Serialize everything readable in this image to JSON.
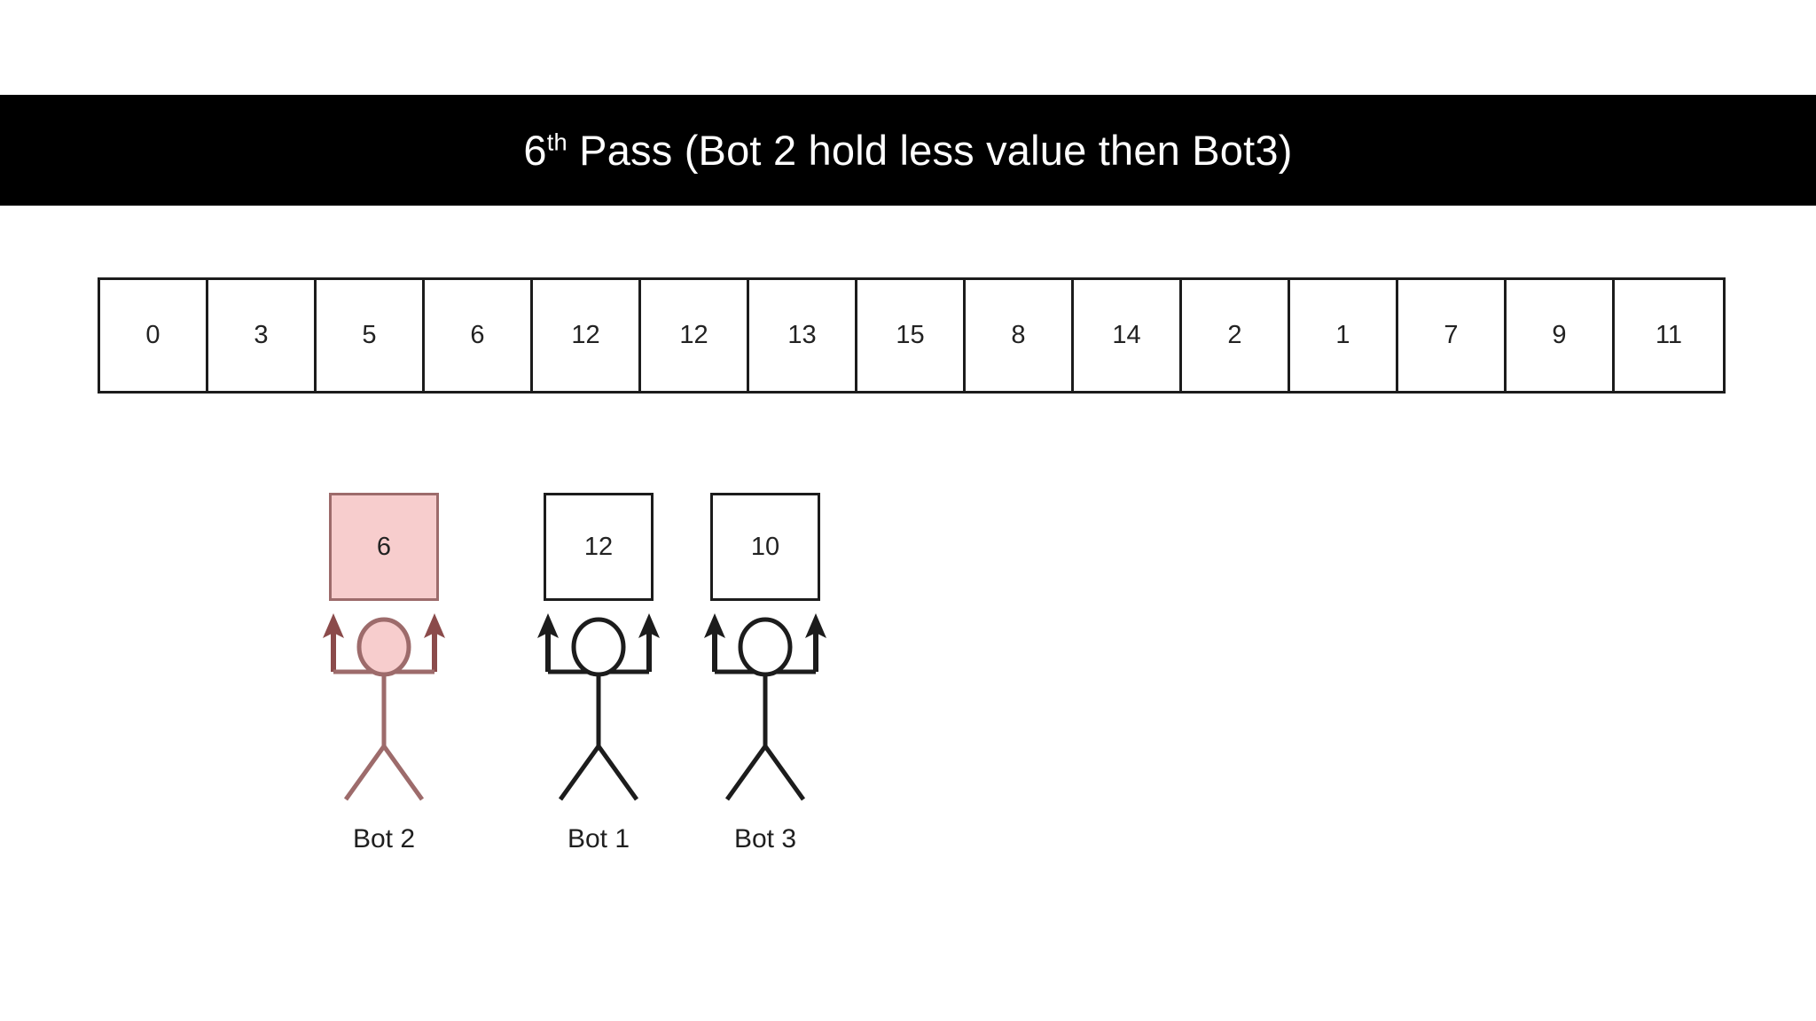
{
  "slide": {
    "background": "#ffffff",
    "banner_color": "#000000",
    "banner_text_color": "#ffffff",
    "highlight_fill": "#f7cdcd",
    "highlight_stroke": "#9d6b6b",
    "ink_color": "#1c1c1c"
  },
  "title": {
    "ordinal_number": "6",
    "ordinal_suffix": "th",
    "rest": " Pass (Bot 2 hold less value then Bot3)",
    "full_text": "6th Pass (Bot 2 hold less value then Bot3)"
  },
  "array": {
    "name": "data-array",
    "cell_count": 15,
    "values": [
      "0",
      "3",
      "5",
      "6",
      "12",
      "12",
      "13",
      "15",
      "8",
      "14",
      "2",
      "1",
      "7",
      "9",
      "11"
    ]
  },
  "bots": [
    {
      "id": "bot-2",
      "label": "Bot 2",
      "held_value": "6",
      "highlighted": true,
      "head_fill": "#f7cdcd",
      "stroke": "#9d6b6b",
      "arrow_color": "#8b4b4b"
    },
    {
      "id": "bot-1",
      "label": "Bot 1",
      "held_value": "12",
      "highlighted": false,
      "head_fill": "#ffffff",
      "stroke": "#1c1c1c",
      "arrow_color": "#1c1c1c"
    },
    {
      "id": "bot-3",
      "label": "Bot 3",
      "held_value": "10",
      "highlighted": false,
      "head_fill": "#ffffff",
      "stroke": "#1c1c1c",
      "arrow_color": "#1c1c1c"
    }
  ]
}
